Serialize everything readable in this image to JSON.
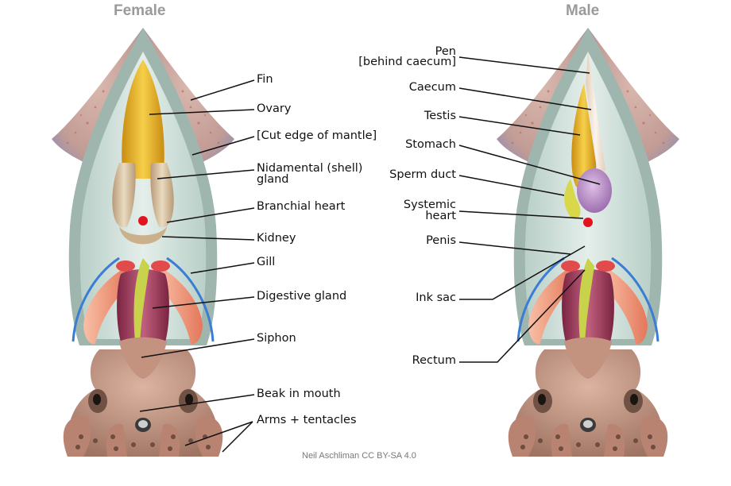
{
  "headings": {
    "female": "Female",
    "male": "Male"
  },
  "female_labels": {
    "fin": "Fin",
    "ovary": "Ovary",
    "cut_edge": "[Cut edge of mantle]",
    "nidamental_1": "Nidamental (shell)",
    "nidamental_2": "gland",
    "branchial_heart": "Branchial heart",
    "kidney": "Kidney",
    "gill": "Gill",
    "digestive_gland": "Digestive gland",
    "siphon": "Siphon",
    "beak": "Beak in mouth",
    "arms": "Arms + tentacles"
  },
  "male_labels": {
    "pen_1": "Pen",
    "pen_2": "[behind caecum]",
    "caecum": "Caecum",
    "testis": "Testis",
    "stomach": "Stomach",
    "sperm_duct": "Sperm duct",
    "systemic_1": "Systemic",
    "systemic_2": "heart",
    "penis": "Penis",
    "ink_sac": "Ink sac",
    "rectum": "Rectum"
  },
  "credit": "Neil Aschliman CC BY-SA 4.0",
  "colors": {
    "mantle_skin": "#c9a9a2",
    "mantle_inner": "#d6e5df",
    "ovary": "#e8b42a",
    "nidamental": "#dcc7a5",
    "gill": "#f1a58a",
    "digestive": "#a8405f",
    "ink": "#c8d24a",
    "heart": "#e0141e",
    "stomach": "#c49bd0",
    "testis": "#eab42a",
    "pen": "#f3e7d9",
    "head": "#c69a86"
  }
}
